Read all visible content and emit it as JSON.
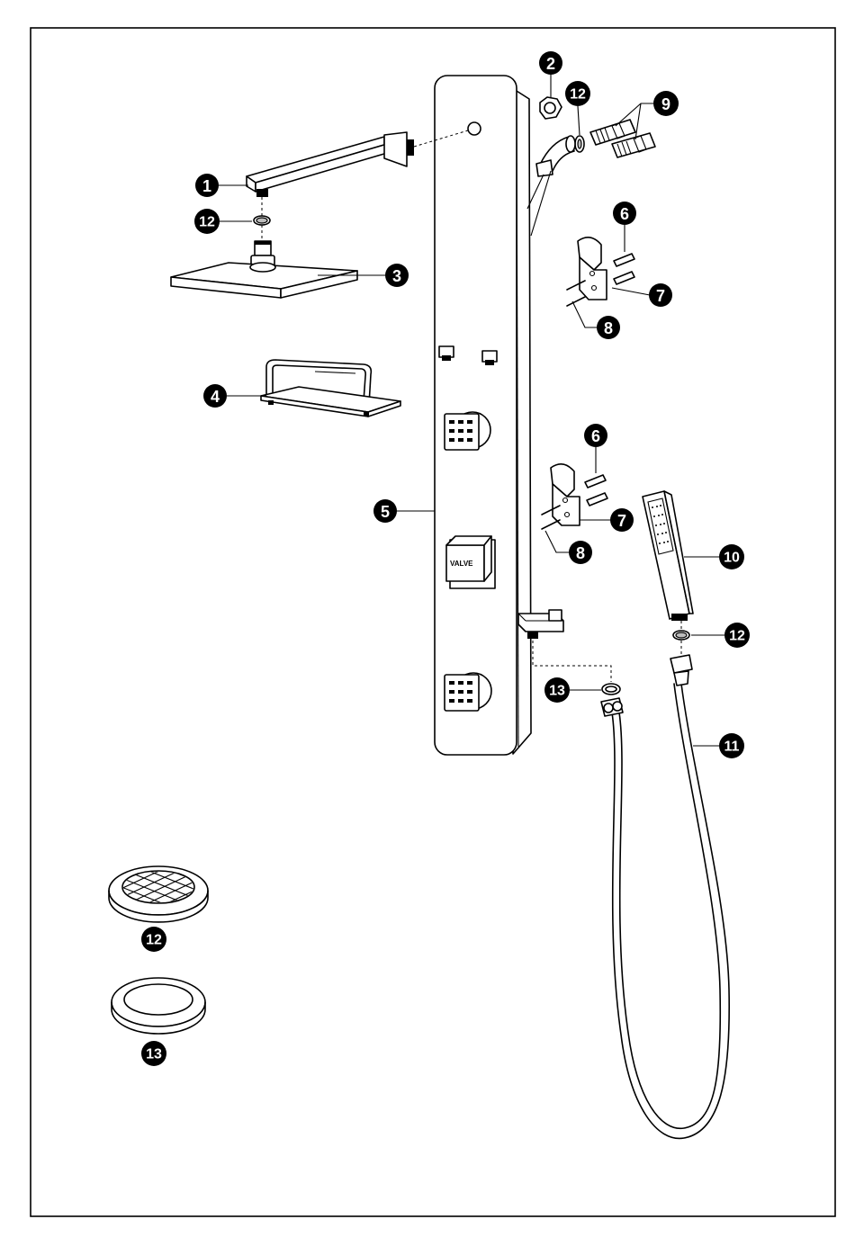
{
  "parts": [
    {
      "id": "part-1",
      "number": "1"
    },
    {
      "id": "part-2",
      "number": "2"
    },
    {
      "id": "part-3",
      "number": "3"
    },
    {
      "id": "part-4",
      "number": "4"
    },
    {
      "id": "part-5",
      "number": "5"
    },
    {
      "id": "part-6",
      "number": "6"
    },
    {
      "id": "part-7",
      "number": "7"
    },
    {
      "id": "part-8",
      "number": "8"
    },
    {
      "id": "part-9",
      "number": "9"
    },
    {
      "id": "part-10",
      "number": "10"
    },
    {
      "id": "part-11",
      "number": "11"
    },
    {
      "id": "part-12",
      "number": "12"
    },
    {
      "id": "part-13",
      "number": "13"
    }
  ],
  "valve_label": "VALVE"
}
